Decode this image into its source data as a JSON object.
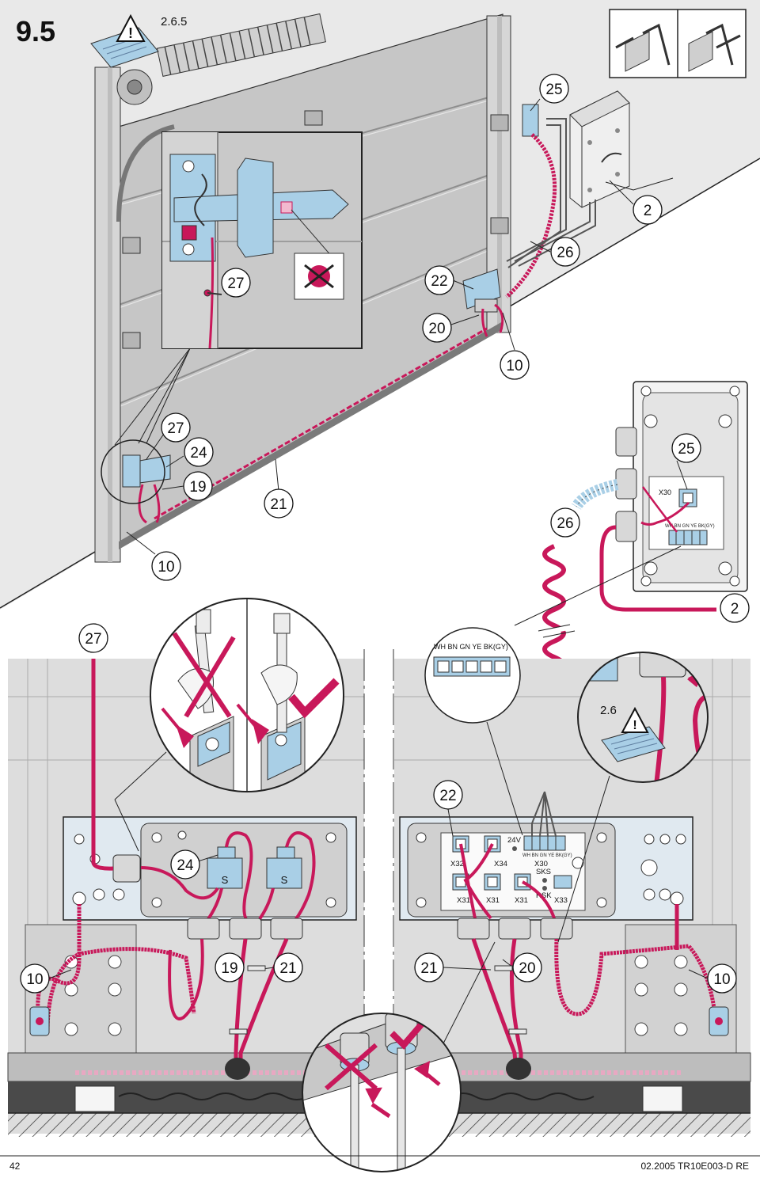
{
  "figure": {
    "section_number": "9.5",
    "warning_ref_top": "2.6.5",
    "warning_ref_inset": "2.6"
  },
  "callouts": {
    "c25": "25",
    "c2": "2",
    "c26": "26",
    "c22": "22",
    "c20": "20",
    "c10": "10",
    "c27": "27",
    "c24": "24",
    "c19": "19",
    "c21": "21"
  },
  "connector_labels": {
    "x30": "X30",
    "x32": "X32",
    "x34": "X34",
    "x31": "X31",
    "x33": "X33",
    "v24": "24V",
    "sks": "SKS",
    "rsk": "RSK",
    "s": "S",
    "wire_colors": "WH BN GN YE BK(GY)",
    "wire_colors_spaced": "WH  BN  GN  YE  BK(GY)"
  },
  "footer": {
    "page_number": "42",
    "doc_code": "02.2005  TR10E003-D  RE"
  },
  "colors": {
    "cable": "#c8185a",
    "door": "#c9c9c9",
    "door_dark": "#9a9a9a",
    "blue_part": "#a9cfe6",
    "box": "#ececec"
  }
}
